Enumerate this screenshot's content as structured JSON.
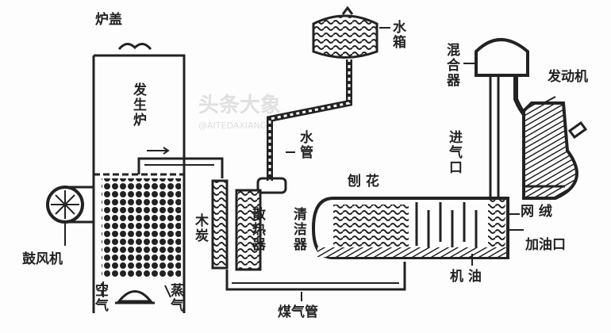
{
  "labels": {
    "lid": "炉盖",
    "generator": "发生炉",
    "water_tank": "水箱",
    "water_pipe": "水管",
    "mixer": "混合器",
    "engine": "发动机",
    "air_inlet": "进气口",
    "blower": "鼓风机",
    "charcoal": "木炭",
    "radiator": "散热器",
    "cleaner": "清洁器",
    "shavings": "刨 花",
    "mesh": "网 绒",
    "oil_filler": "加油口",
    "engine_oil": "机 油",
    "air": "空气",
    "steam": "蒸气",
    "gas_pipe": "煤气管"
  },
  "watermark": {
    "brand": "头条大象",
    "handle": "@AITEDAXIANG"
  }
}
